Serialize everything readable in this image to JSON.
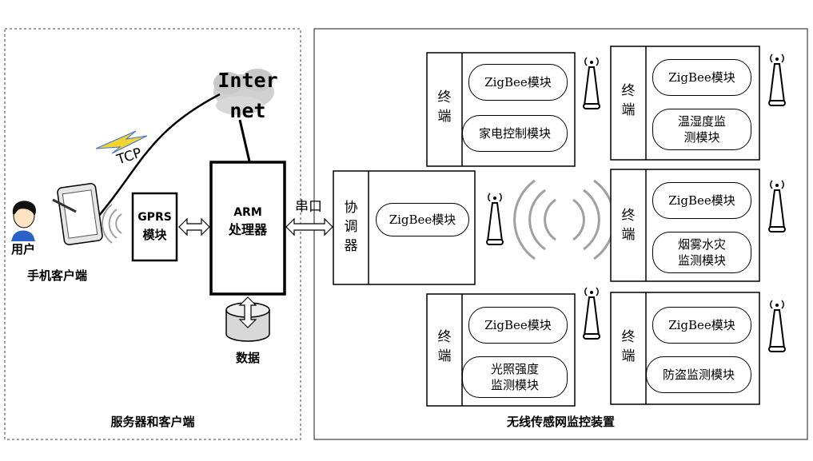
{
  "left_panel": {
    "caption": "服务器和客户端",
    "internet_label_line1": "Inter",
    "internet_label_line2": "net",
    "tcp_label": "TCP",
    "user_label": "用户",
    "phone_label": "手机客户端",
    "gprs_label_line1": "GPRS",
    "gprs_label_line2": "模块",
    "arm_label_line1": "ARM",
    "arm_label_line2": "处理器",
    "data_label": "数据",
    "serial_label": "串口"
  },
  "right_panel": {
    "caption": "无线传感网监控装置",
    "coordinator": {
      "label_chars": [
        "协",
        "调",
        "器"
      ],
      "module": "ZigBee模块"
    },
    "terminals": [
      {
        "label_chars": [
          "终",
          "端"
        ],
        "module": "ZigBee模块",
        "function_line1": "家电控制模块",
        "function_line2": ""
      },
      {
        "label_chars": [
          "终",
          "端"
        ],
        "module": "ZigBee模块",
        "function_line1": "温湿度监",
        "function_line2": "测模块"
      },
      {
        "label_chars": [
          "终",
          "端"
        ],
        "module": "ZigBee模块",
        "function_line1": "烟雾水灾",
        "function_line2": "监测模块"
      },
      {
        "label_chars": [
          "终",
          "端"
        ],
        "module": "ZigBee模块",
        "function_line1": "光照强度",
        "function_line2": "监测模块"
      },
      {
        "label_chars": [
          "终",
          "端"
        ],
        "module": "ZigBee模块",
        "function_line1": "防盗监测模块",
        "function_line2": ""
      }
    ]
  },
  "colors": {
    "stroke": "#000000",
    "dashed_border": "#808080",
    "cloud_fill": "#d0d0d0",
    "lightning": "#f2d430",
    "user_shirt": "#2a62c9",
    "signal_arcs": "#a0a0a0"
  }
}
